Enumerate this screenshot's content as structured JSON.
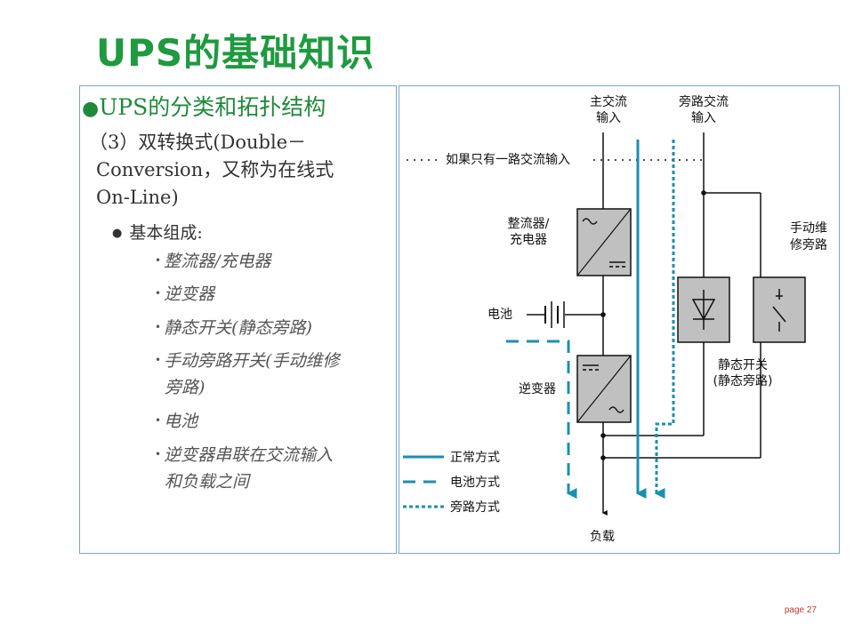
{
  "slide": {
    "title": "UPS的基础知识",
    "page": "page 27"
  },
  "outline": {
    "heading": "UPS的分类和拓扑结构",
    "bullet_dot": "●",
    "sub_heading_line1": "（3）双转换式(Double－",
    "sub_heading_line2": "Conversion，又称为在线式",
    "sub_heading_line3": "On-Line)",
    "basic_label": "基本组成:",
    "items": [
      {
        "line1": "整流器/充电器",
        "line2": ""
      },
      {
        "line1": "逆变器",
        "line2": ""
      },
      {
        "line1": "静态开关(静态旁路)",
        "line2": ""
      },
      {
        "line1": "手动旁路开关(手动维修",
        "line2": "旁路)"
      },
      {
        "line1": "电池",
        "line2": ""
      },
      {
        "line1": "逆变器串联在交流输入",
        "line2": "和负载之间"
      }
    ]
  },
  "diagram": {
    "main_input_line1": "主交流",
    "main_input_line2": "输入",
    "bypass_input_line1": "旁路交流",
    "bypass_input_line2": "输入",
    "single_input_note": "如果只有一路交流输入",
    "rectifier_line1": "整流器/",
    "rectifier_line2": "充电器",
    "battery": "电池",
    "inverter": "逆变器",
    "manual_bypass_line1": "手动维",
    "manual_bypass_line2": "修旁路",
    "static_switch_line1": "静态开关",
    "static_switch_line2": "(静态旁路)",
    "load": "负载",
    "legend": {
      "normal": "正常方式",
      "battery_mode": "电池方式",
      "bypass_mode": "旁路方式"
    },
    "colors": {
      "flow": "#1a8fb0",
      "block": "#c0c0c0",
      "wire": "#111111"
    }
  }
}
